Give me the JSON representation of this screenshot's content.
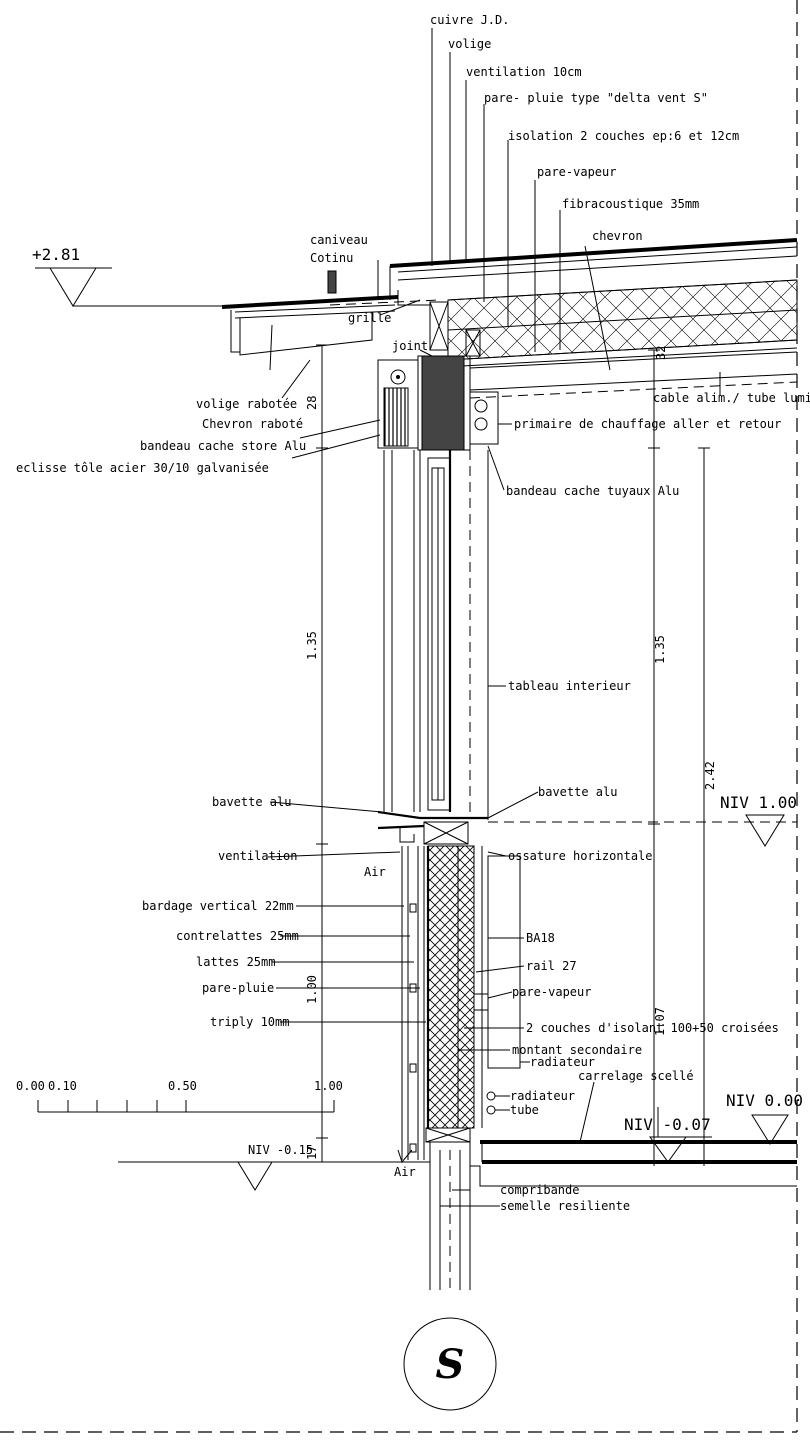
{
  "labels": {
    "cuivre": "cuivre J.D.",
    "volige": "volige",
    "ventilation_10": "ventilation 10cm",
    "pare_pluie_delta": "pare- pluie type \"delta vent S\"",
    "isolation": "isolation 2 couches ep:6 et 12cm",
    "pare_vapeur_top": "pare-vapeur",
    "fibracoustique": "fibracoustique 35mm",
    "chevron": "chevron",
    "caniveau": "caniveau",
    "cotinu": "Cotinu",
    "grille": "grille",
    "joint": "joint",
    "volige_rabotee": "volige rabotée",
    "chevron_rabote": "Chevron raboté",
    "bandeau_store": "bandeau cache store Alu",
    "eclisse": "eclisse tôle acier 30/10 galvanisée",
    "cable": "cable alim./ tube luminaires",
    "primaire": "primaire de chauffage aller et retour",
    "bandeau_tuyaux": "bandeau cache tuyaux Alu",
    "tableau": "tableau interieur",
    "bavette_alu_left": "bavette alu",
    "bavette_alu_right": "bavette alu",
    "ventilation": "ventilation",
    "air_top": "Air",
    "air_bottom": "Air",
    "ossature": "ossature horizontale",
    "bardage": "bardage vertical 22mm",
    "contrelattes": "contrelattes 25mm",
    "lattes": "lattes 25mm",
    "pare_pluie": "pare-pluie",
    "triply": "triply 10mm",
    "ba18": "BA18",
    "rail": "rail 27",
    "pare_vapeur_wall": "pare-vapeur",
    "isolant": "2 couches d'isolant 100+50 croisées",
    "montant": "montant secondaire",
    "radiateur_a": "radiateur",
    "carrelage": "carrelage scellé",
    "radiateur_b": "radiateur",
    "tube": "tube",
    "compribande": "compribande",
    "semelle": "semelle resiliente"
  },
  "levels": {
    "top": "+2.81",
    "niv_100": "NIV 1.00",
    "niv_000": "NIV 0.00",
    "niv_m007": "NIV -0.07",
    "niv_m015": "NIV -0.15"
  },
  "dimensions": {
    "d28": "28",
    "d135_left": "1.35",
    "d100": "1.00",
    "d17": "17",
    "d32": "32",
    "d135_right": "1.35",
    "d242": "2.42",
    "d107": "1.07"
  },
  "scale": {
    "s0": "0.00",
    "s010": "0.10",
    "s050": "0.50",
    "s100": "1.00"
  },
  "section_mark": "S"
}
